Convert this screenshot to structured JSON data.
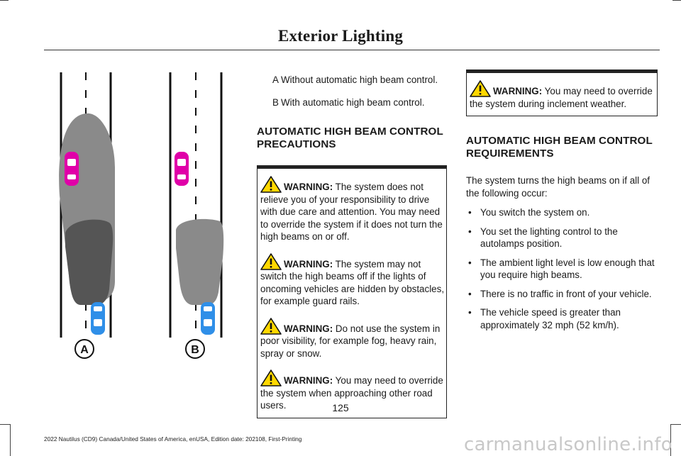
{
  "header": {
    "title": "Exterior Lighting"
  },
  "figure": {
    "label_a": "A",
    "label_b": "B"
  },
  "legend": [
    {
      "key": "A",
      "text": "Without automatic high beam control."
    },
    {
      "key": "B",
      "text": "With automatic high beam control."
    }
  ],
  "precautions": {
    "heading": "AUTOMATIC HIGH BEAM CONTROL PRECAUTIONS",
    "warnings": [
      {
        "label": "WARNING:",
        "text": "The system does not relieve you of your responsibility to drive with due care and attention. You may need to override the system if it does not turn the high beams on or off."
      },
      {
        "label": "WARNING:",
        "text": "The system may not switch the high beams off if the lights of oncoming vehicles are hidden by obstacles, for example guard rails."
      },
      {
        "label": "WARNING:",
        "text": "Do not use the system in poor visibility, for example fog, heavy rain, spray or snow."
      },
      {
        "label": "WARNING:",
        "text": "You may need to override the system when approaching other road users."
      }
    ]
  },
  "weather_warning": {
    "label": "WARNING:",
    "text": "You may need to override the system during inclement weather."
  },
  "requirements": {
    "heading": "AUTOMATIC HIGH BEAM CONTROL REQUIREMENTS",
    "intro": "The system turns the high beams on if all of the following occur:",
    "items": [
      "You switch the system on.",
      "You set the lighting control to the autolamps position.",
      "The ambient light level is low enough that you require high beams.",
      "There is no traffic in front of your vehicle.",
      "The vehicle speed is greater than approximately 32 mph (52 km/h)."
    ]
  },
  "page_number": "125",
  "footer": "2022 Nautilus (CD9) Canada/United States of America, enUSA, Edition date: 202108, First-Printing",
  "watermark": "carmanualsonline.info",
  "bullet_char": "•"
}
